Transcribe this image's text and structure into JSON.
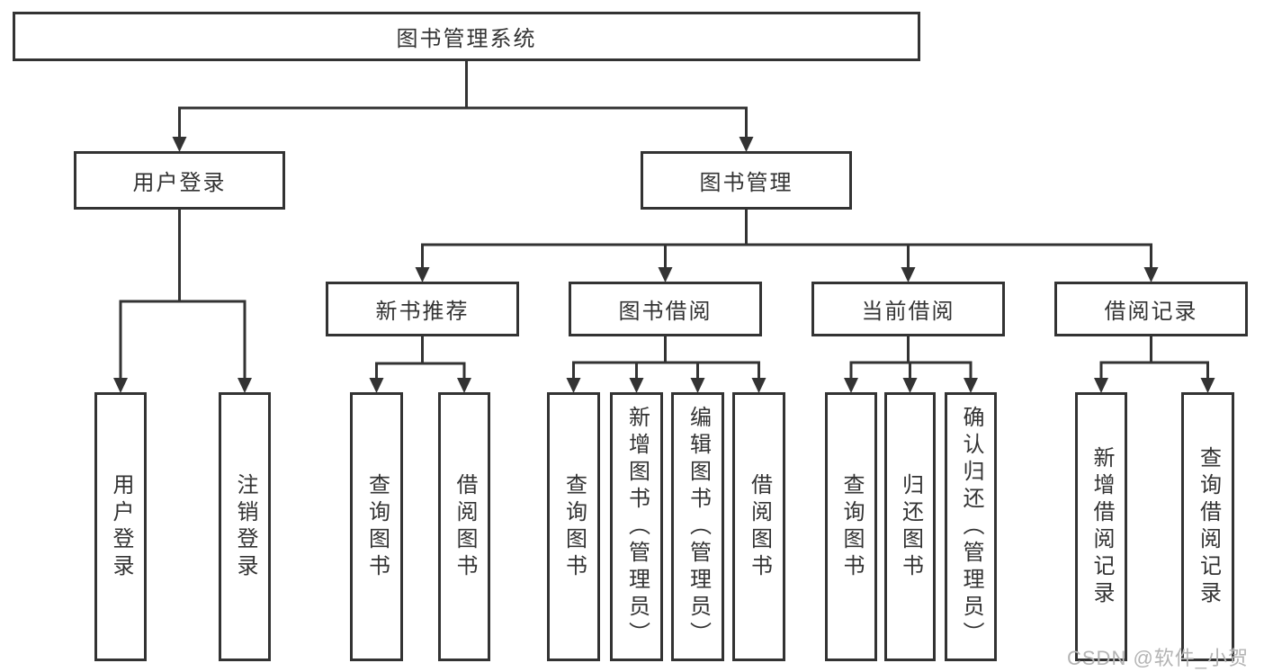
{
  "diagram": {
    "nodes": [
      {
        "id": "root",
        "label": "图书管理系统",
        "parent": null
      },
      {
        "id": "user-login",
        "label": "用户登录",
        "parent": "root"
      },
      {
        "id": "book-management",
        "label": "图书管理",
        "parent": "root"
      },
      {
        "id": "login-action",
        "label": "用户登录",
        "parent": "user-login"
      },
      {
        "id": "logout-action",
        "label": "注销登录",
        "parent": "user-login"
      },
      {
        "id": "new-book-recommend",
        "label": "新书推荐",
        "parent": "book-management"
      },
      {
        "id": "book-borrow",
        "label": "图书借阅",
        "parent": "book-management"
      },
      {
        "id": "current-borrow",
        "label": "当前借阅",
        "parent": "book-management"
      },
      {
        "id": "borrow-record",
        "label": "借阅记录",
        "parent": "book-management"
      },
      {
        "id": "recommend-query-books",
        "label": "查询图书",
        "parent": "new-book-recommend"
      },
      {
        "id": "recommend-borrow-books",
        "label": "借阅图书",
        "parent": "new-book-recommend"
      },
      {
        "id": "borrow-query-books",
        "label": "查询图书",
        "parent": "book-borrow"
      },
      {
        "id": "borrow-add-books-admin",
        "label": "新增图书（管理员）",
        "parent": "book-borrow"
      },
      {
        "id": "borrow-edit-books-admin",
        "label": "编辑图书（管理员）",
        "parent": "book-borrow"
      },
      {
        "id": "borrow-borrow-books",
        "label": "借阅图书",
        "parent": "book-borrow"
      },
      {
        "id": "current-query-books",
        "label": "查询图书",
        "parent": "current-borrow"
      },
      {
        "id": "current-return-books",
        "label": "归还图书",
        "parent": "current-borrow"
      },
      {
        "id": "current-confirm-return-admin",
        "label": "确认归还（管理员）",
        "parent": "current-borrow"
      },
      {
        "id": "record-add",
        "label": "新增借阅记录",
        "parent": "borrow-record"
      },
      {
        "id": "record-query",
        "label": "查询借阅记录",
        "parent": "borrow-record"
      }
    ]
  },
  "watermark": {
    "text": "CSDN @软件_小贺同学"
  },
  "colors": {
    "line": "#333333",
    "border": "#333333",
    "fill": "#ffffff",
    "text": "#333333",
    "watermark": "#b4b4b4"
  }
}
